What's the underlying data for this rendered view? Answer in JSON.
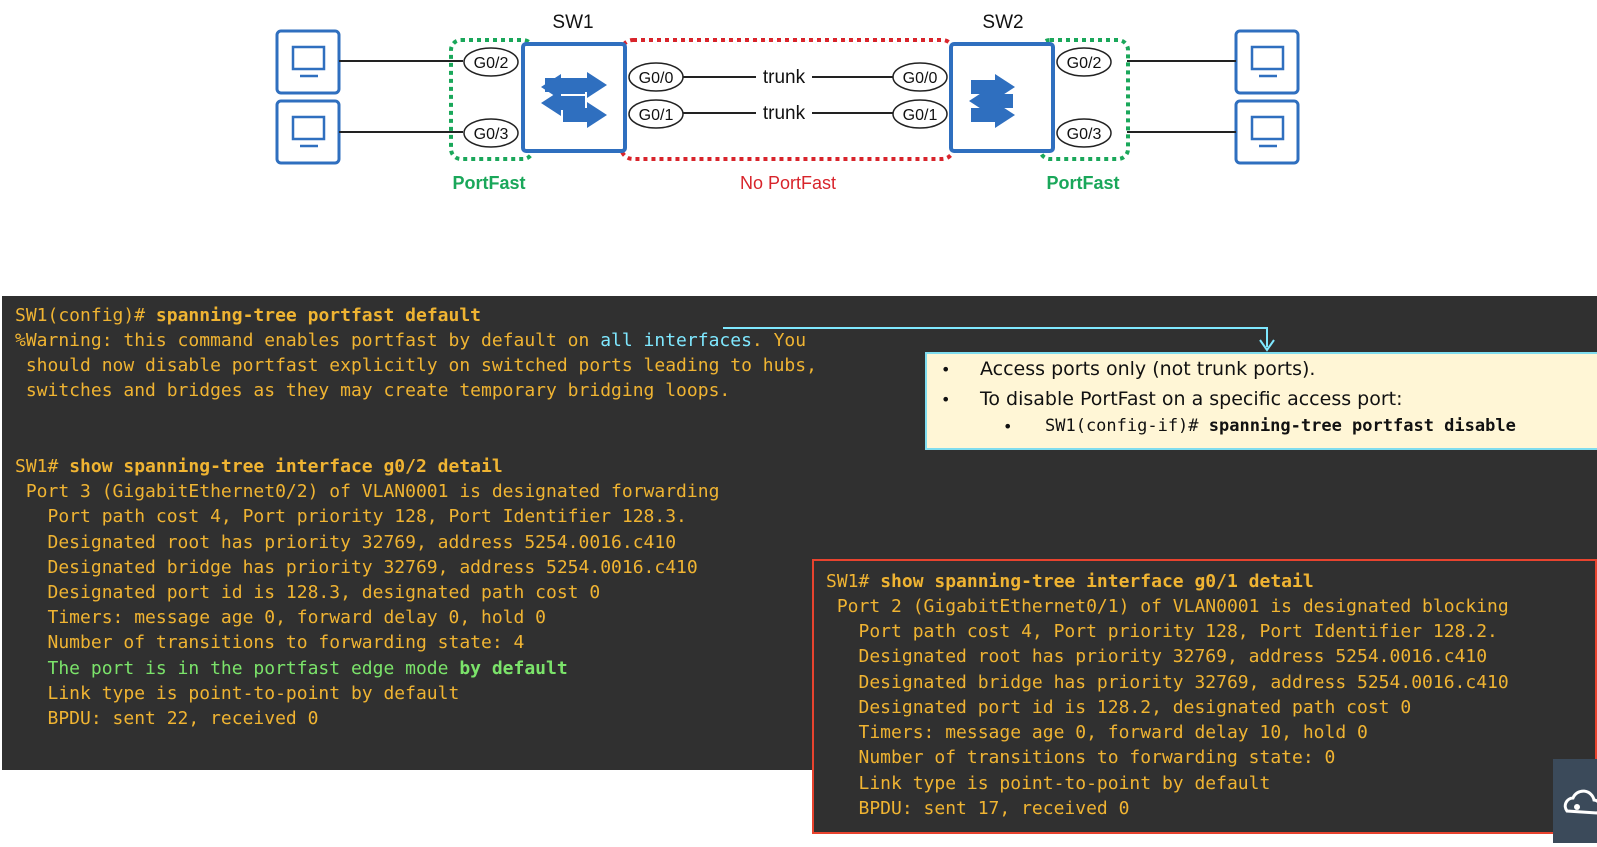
{
  "diagram": {
    "sw1_label": "SW1",
    "sw2_label": "SW2",
    "sw1_ports": {
      "top_left": "G0/2",
      "bottom_left": "G0/3",
      "top_right": "G0/0",
      "bottom_right": "G0/1"
    },
    "sw2_ports": {
      "top_left": "G0/0",
      "bottom_left": "G0/1",
      "top_right": "G0/2",
      "bottom_right": "G0/3"
    },
    "trunk_labels": [
      "trunk",
      "trunk"
    ],
    "portfast_left": "PortFast",
    "no_portfast": "No PortFast",
    "portfast_right": "PortFast",
    "colors": {
      "switch": "#2f6fbf",
      "portfast": "#1aa75a",
      "no_portfast": "#d8242b"
    }
  },
  "terminal": {
    "l1_prompt": "SW1(config)# ",
    "l1_cmd": "spanning-tree portfast default",
    "l2_a": "%Warning: this command enables portfast by default on ",
    "l2_b": "all interfaces",
    "l2_c": ". You",
    "l3": " should now disable portfast explicitly on switched ports leading to hubs,",
    "l4": " switches and bridges as they may create temporary bridging loops.",
    "l5_prompt": "SW1# ",
    "l5_cmd": "show spanning-tree interface g0/2 detail",
    "l6": " Port 3 (GigabitEthernet0/2) of VLAN0001 is designated forwarding",
    "l7": "   Port path cost 4, Port priority 128, Port Identifier 128.3.",
    "l8": "   Designated root has priority 32769, address 5254.0016.c410",
    "l9": "   Designated bridge has priority 32769, address 5254.0016.c410",
    "l10": "   Designated port id is 128.3, designated path cost 0",
    "l11": "   Timers: message age 0, forward delay 0, hold 0",
    "l12": "   Number of transitions to forwarding state: 4",
    "l13_a": "   The port is in the portfast edge mode ",
    "l13_b": "by default",
    "l14": "   Link type is point-to-point by default",
    "l15": "   BPDU: sent 22, received 0"
  },
  "note": {
    "b1": "Access ports only (not trunk ports).",
    "b2": "To disable PortFast on a specific access port:",
    "b3_prompt": "SW1(config-if)# ",
    "b3_cmd": "spanning-tree portfast disable"
  },
  "box2": {
    "l1_prompt": "SW1# ",
    "l1_cmd": "show spanning-tree interface g0/1 detail",
    "l2": " Port 2 (GigabitEthernet0/1) of VLAN0001 is designated blocking",
    "l3": "   Port path cost 4, Port priority 128, Port Identifier 128.2.",
    "l4": "   Designated root has priority 32769, address 5254.0016.c410",
    "l5": "   Designated bridge has priority 32769, address 5254.0016.c410",
    "l6": "   Designated port id is 128.2, designated path cost 0",
    "l7": "   Timers: message age 0, forward delay 10, hold 0",
    "l8": "   Number of transitions to forwarding state: 0",
    "l9": "   Link type is point-to-point by default",
    "l10": "   BPDU: sent 17, received 0"
  }
}
